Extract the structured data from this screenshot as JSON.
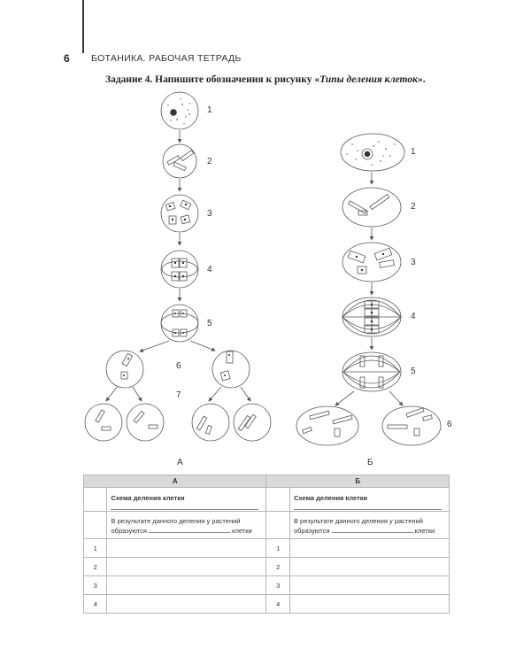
{
  "header": {
    "page_number": "6",
    "running_title": "БОТАНИКА. РАБОЧАЯ ТЕТРАДЬ"
  },
  "task": {
    "prefix": "Задание 4. Напишите обозначения к рисунку «",
    "italic": "Типы деления клеток",
    "suffix": "»."
  },
  "figure": {
    "left_stage_numbers": [
      "1",
      "2",
      "3",
      "4",
      "5",
      "6",
      "7"
    ],
    "right_stage_numbers": [
      "1",
      "2",
      "3",
      "4",
      "5",
      "6"
    ],
    "label_a": "А",
    "label_b": "Б"
  },
  "table": {
    "col_a": "А",
    "col_b": "Б",
    "schema_label": "Схема деления клетки",
    "result_line1": "В результате данного деления у растений",
    "result_line2_prefix": "образуются",
    "result_line2_suffix": "клетки",
    "rows": [
      "1",
      "2",
      "3",
      "4"
    ]
  }
}
